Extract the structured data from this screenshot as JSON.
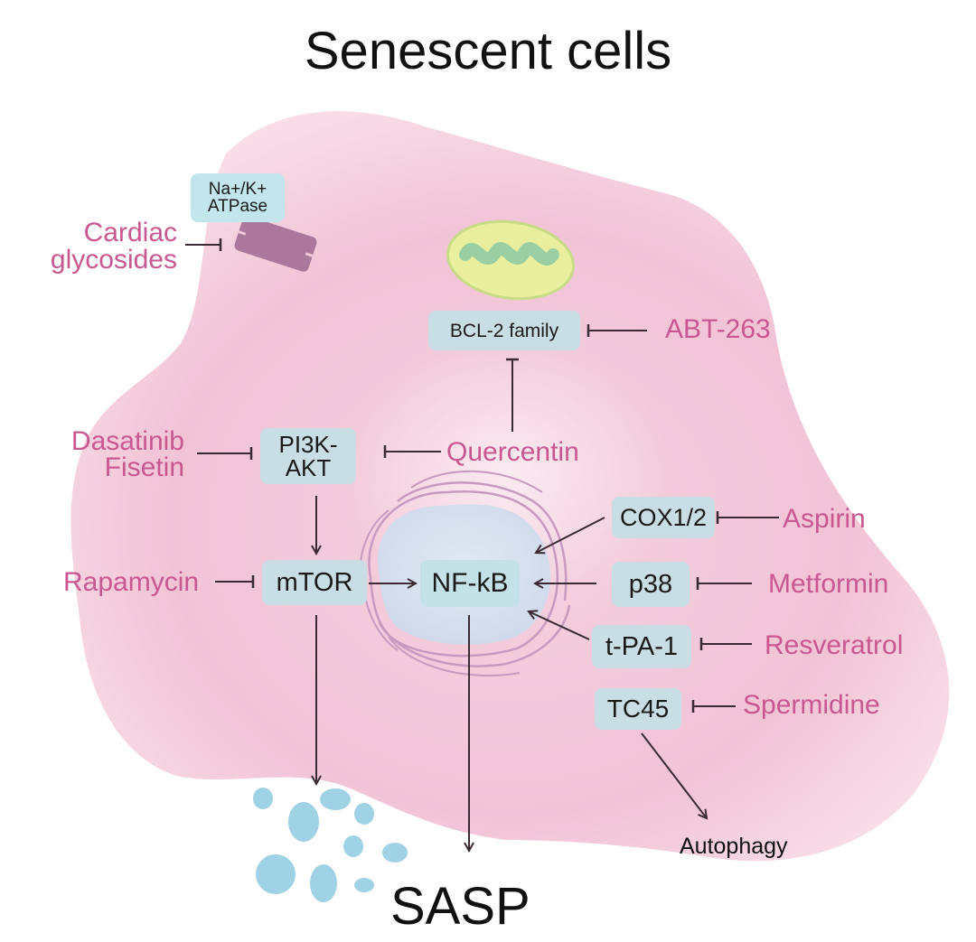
{
  "title": "Senescent cells",
  "colors": {
    "cell_fill": "#f3c6d8",
    "drug_text": "#c8588f",
    "target_box": "#c9dde4",
    "atpase_box": "#c2e6ec",
    "pump": "#a9789a",
    "sasp_particles": "#9fd2e4",
    "mito_outer": "#e6ee9a",
    "mito_cristae": "#9ccfa0",
    "nucleus": "#d4e4ee",
    "er_outline": "#c79ac0",
    "arrow": "#3b2a33"
  },
  "targets": {
    "atpase": "Na+/K+\nATPase",
    "bcl2": "BCL-2 family",
    "pi3k": "PI3K-\nAKT",
    "mtor": "mTOR",
    "nfkb": "NF-kB",
    "cox": "COX1/2",
    "p38": "p38",
    "tpa": "t-PA-1",
    "tc45": "TC45"
  },
  "drugs": {
    "cardiac": "Cardiac\nglycosides",
    "abt": "ABT-263",
    "dasatinib": "Dasatinib\nFisetin",
    "quercetin": "Quercentin",
    "rapamycin": "Rapamycin",
    "aspirin": "Aspirin",
    "metformin": "Metformin",
    "resveratrol": "Resveratrol",
    "spermidine": "Spermidine"
  },
  "outputs": {
    "sasp": "SASP",
    "autophagy": "Autophagy"
  },
  "edges": [
    {
      "from": "Cardiac glycosides",
      "to": "Na+/K+ ATPase",
      "type": "inhibits"
    },
    {
      "from": "ABT-263",
      "to": "BCL-2 family",
      "type": "inhibits"
    },
    {
      "from": "Quercentin",
      "to": "BCL-2 family",
      "type": "inhibits"
    },
    {
      "from": "Quercentin",
      "to": "PI3K-AKT",
      "type": "inhibits"
    },
    {
      "from": "Dasatinib Fisetin",
      "to": "PI3K-AKT",
      "type": "inhibits"
    },
    {
      "from": "PI3K-AKT",
      "to": "mTOR",
      "type": "activates"
    },
    {
      "from": "Rapamycin",
      "to": "mTOR",
      "type": "inhibits"
    },
    {
      "from": "mTOR",
      "to": "NF-kB",
      "type": "activates"
    },
    {
      "from": "mTOR",
      "to": "SASP",
      "type": "activates"
    },
    {
      "from": "NF-kB",
      "to": "SASP",
      "type": "activates"
    },
    {
      "from": "COX1/2",
      "to": "NF-kB",
      "type": "activates"
    },
    {
      "from": "p38",
      "to": "NF-kB",
      "type": "activates"
    },
    {
      "from": "t-PA-1",
      "to": "NF-kB",
      "type": "activates"
    },
    {
      "from": "Aspirin",
      "to": "COX1/2",
      "type": "inhibits"
    },
    {
      "from": "Metformin",
      "to": "p38",
      "type": "inhibits"
    },
    {
      "from": "Resveratrol",
      "to": "t-PA-1",
      "type": "inhibits"
    },
    {
      "from": "Spermidine",
      "to": "TC45",
      "type": "inhibits"
    },
    {
      "from": "TC45",
      "to": "Autophagy",
      "type": "activates"
    }
  ]
}
